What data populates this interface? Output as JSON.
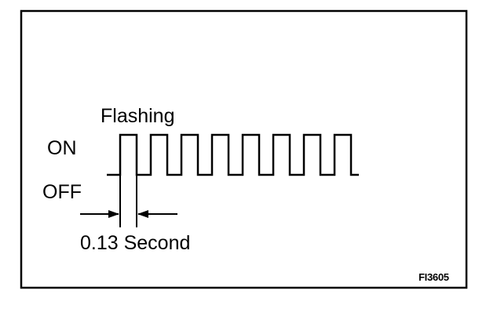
{
  "labels": {
    "flashing": "Flashing",
    "on": "ON",
    "off": "OFF",
    "interval": "0.13 Second",
    "figure_id": "FI3605"
  },
  "waveform": {
    "state_high": "ON",
    "state_low": "OFF",
    "pulse_count": 8,
    "pulse_duration_seconds": 0.13
  },
  "colors": {
    "ink": "#000000",
    "background": "#ffffff"
  }
}
